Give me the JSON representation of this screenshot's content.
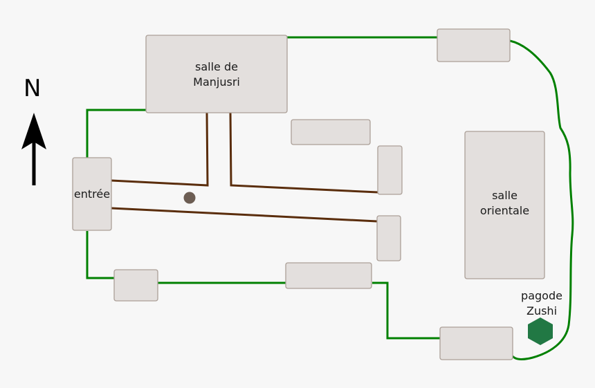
{
  "map": {
    "compass_label": "N",
    "buildings": {
      "manjusri": "salle de\nManjusri",
      "entree": "entrée",
      "orientale": "salle\norientale",
      "pagode_line1": "pagode",
      "pagode_line2": "Zushi"
    },
    "colors": {
      "background": "#f7f7f7",
      "building_fill": "#e3dfdd",
      "building_stroke": "#ab9f97",
      "wall": "#008000",
      "path": "#5a2d0c",
      "pagoda": "#217844",
      "marker": "#6c5d53"
    }
  }
}
